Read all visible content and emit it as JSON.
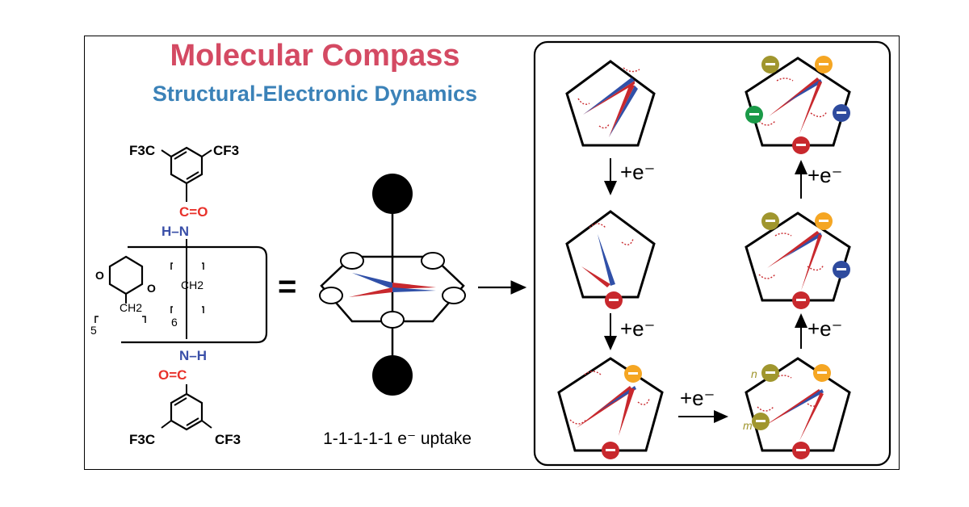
{
  "title": "Molecular Compass",
  "subtitle": "Structural-Electronic Dynamics",
  "colors": {
    "title": "#d44a63",
    "subtitle": "#3b82b8",
    "electron_red": "#c8282d",
    "electron_orange": "#f5a623",
    "electron_olive": "#a0962e",
    "electron_blue": "#2e4b9e",
    "electron_green": "#1a9a48",
    "compass_red": "#c8282d",
    "compass_blue": "#3050a8"
  },
  "structure": {
    "top_substituent_left": "F3C",
    "top_substituent_right": "CF3",
    "top_carbonyl": "C=O",
    "top_amide": "H–N",
    "bottom_amide": "N–H",
    "bottom_carbonyl": "O=C",
    "bottom_substituent_left": "F3C",
    "bottom_substituent_right": "CF3",
    "ring_oxygen_left": "O",
    "ring_oxygen_right": "O",
    "ring_linker": "CH2",
    "ring_count": "5",
    "chain_unit": "CH2",
    "chain_count": "6"
  },
  "equals": "=",
  "uptake_label": "1-1-1-1-1 e⁻ uptake",
  "steps": {
    "e1": "+e⁻",
    "e2": "+e⁻",
    "e3": "+e⁻",
    "e4": "+e⁻",
    "e5": "+e⁻"
  },
  "conformer_labels": {
    "n": "n",
    "m": "m"
  }
}
